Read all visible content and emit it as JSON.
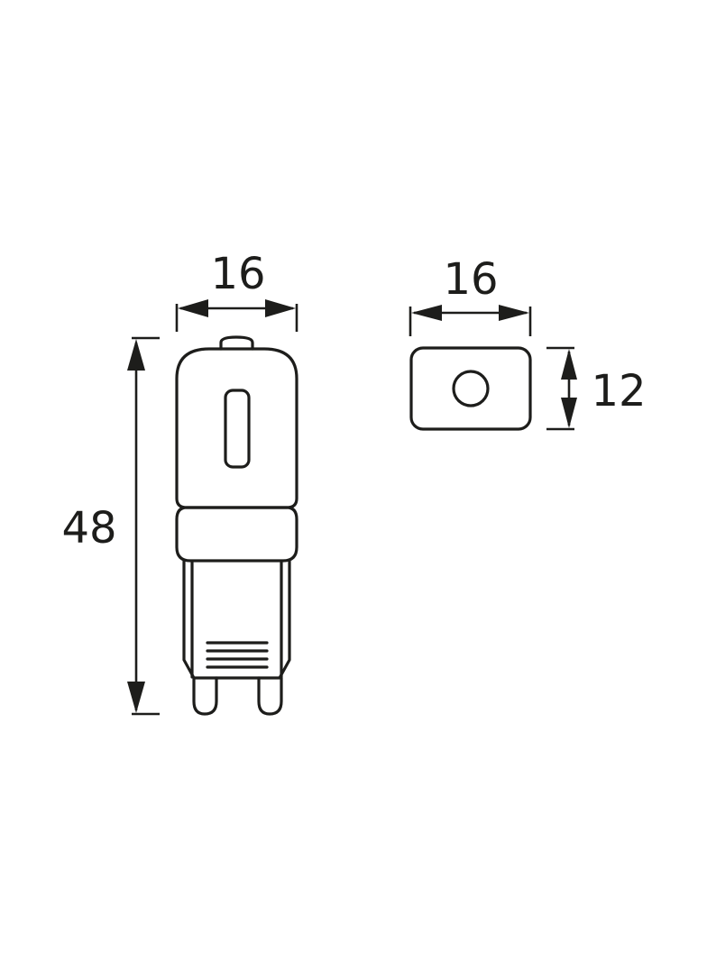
{
  "drawing": {
    "subject": "G9 capsule bulb dimensional drawing",
    "units": "mm",
    "colors": {
      "line": "#1d1d1b",
      "background": "#ffffff"
    }
  },
  "side_view": {
    "width_label": "16",
    "height_label": "48"
  },
  "top_view": {
    "width_label": "16",
    "depth_label": "12"
  }
}
